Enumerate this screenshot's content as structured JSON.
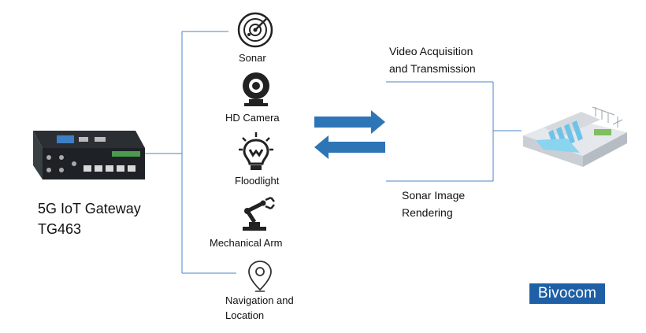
{
  "gateway": {
    "line1": "5G IoT Gateway",
    "line2": "TG463"
  },
  "devices": [
    {
      "label": "Sonar",
      "icon": "sonar-icon"
    },
    {
      "label": "HD Camera",
      "icon": "camera-icon"
    },
    {
      "label": "Floodlight",
      "icon": "floodlight-icon"
    },
    {
      "label": "Mechanical Arm",
      "icon": "robot-arm-icon"
    },
    {
      "label_line1": "Navigation and",
      "label_line2": "Location",
      "icon": "location-pin-icon"
    }
  ],
  "flows": {
    "top_line1": "Video Acquisition",
    "top_line2": "and Transmission",
    "bottom_line1": "Sonar Image",
    "bottom_line2": "Rendering"
  },
  "brand": {
    "text": "Bivocom",
    "color": "#1f5fa6"
  },
  "colors": {
    "connector": "#4a86c5",
    "arrow": "#2e75b6"
  }
}
